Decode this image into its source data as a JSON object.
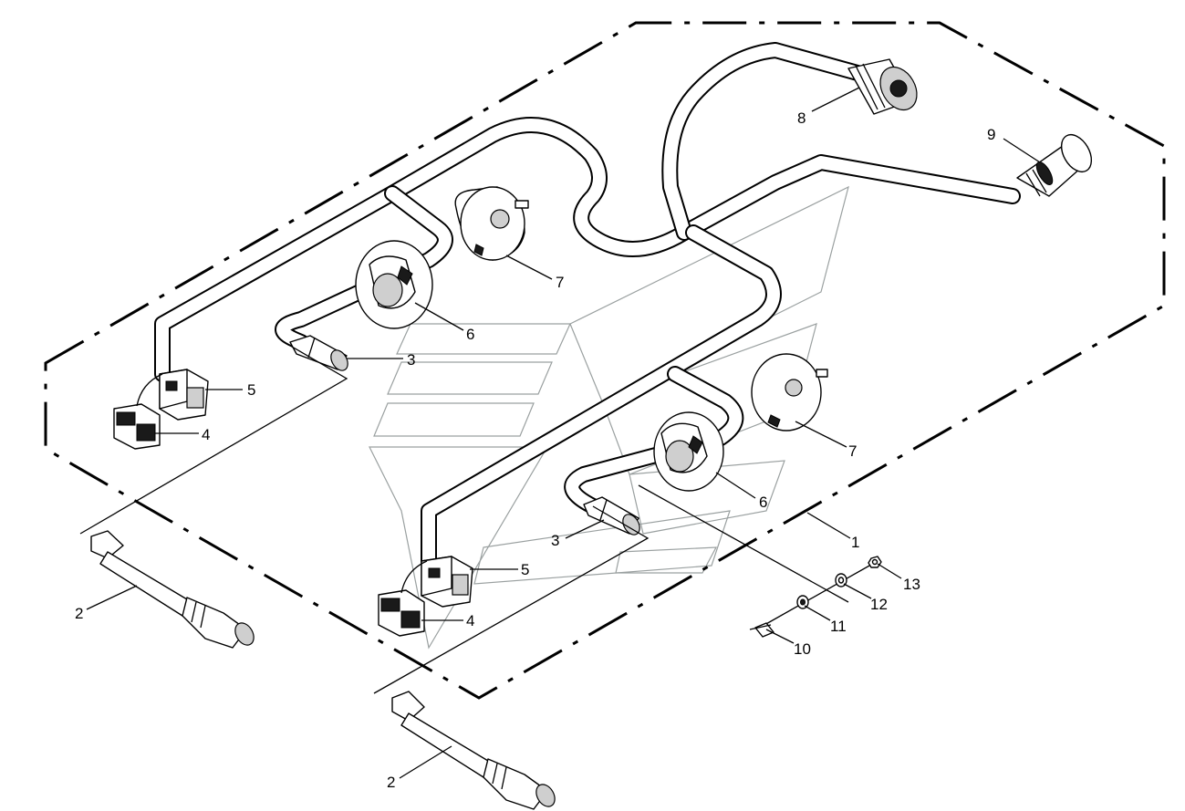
{
  "callouts": {
    "c1": "1",
    "c2a": "2",
    "c2b": "2",
    "c3a": "3",
    "c3b": "3",
    "c4a": "4",
    "c4b": "4",
    "c5a": "5",
    "c5b": "5",
    "c6a": "6",
    "c6b": "6",
    "c7a": "7",
    "c7b": "7",
    "c8": "8",
    "c9": "9",
    "c10": "10",
    "c11": "11",
    "c12": "12",
    "c13": "13"
  }
}
